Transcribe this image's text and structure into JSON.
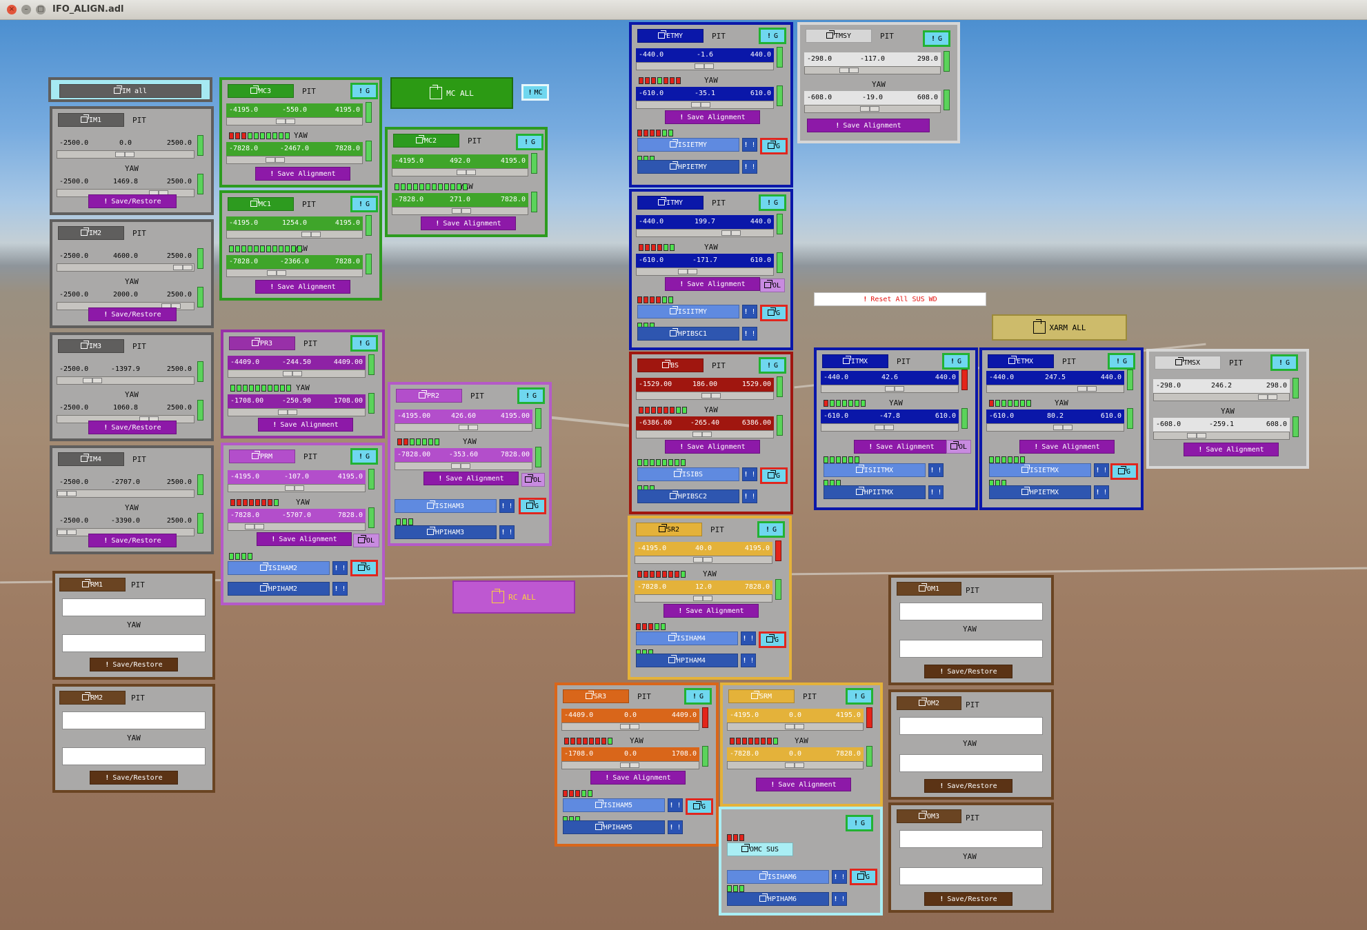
{
  "window": {
    "title": "IFO_ALIGN.adl",
    "close": "×",
    "minimize": "–",
    "maximize": "□"
  },
  "colors": {
    "gray": "#5f5e5d",
    "green": "#2d9b1f",
    "purple": "#9830a8",
    "lilac": "#b45ac8",
    "blue": "#0a17a9",
    "red": "#a0160f",
    "gold": "#e4b23a",
    "orange": "#d9661a",
    "brown": "#6a4422",
    "white": "#d6d6d6",
    "cyan": "#a9eef4",
    "save_purple": "#8d19a8"
  },
  "labels": {
    "pit": "PIT",
    "yaw": "YAW",
    "save_restore": "Save/Restore",
    "save_alignment": "Save Alignment",
    "g": "G",
    "bang": "!",
    "ol": "OL"
  },
  "top_buttons": {
    "im_all": "IM all",
    "mc_all": "MC ALL",
    "mc": "MC",
    "rc_all": "RC ALL",
    "xarm_all": "XARM ALL",
    "reset_all": "Reset All SUS WD"
  },
  "optics": [
    {
      "name": "IM1",
      "pit": {
        "min": "-2500.0",
        "val": "0.0",
        "max": "2500.0",
        "pos": 0.5
      },
      "yaw": {
        "min": "-2500.0",
        "val": "1469.8",
        "max": "2500.0",
        "pos": 0.79
      }
    },
    {
      "name": "IM2",
      "pit": {
        "min": "-2500.0",
        "val": "4600.0",
        "max": "2500.0",
        "pos": 1.0
      },
      "yaw": {
        "min": "-2500.0",
        "val": "2000.0",
        "max": "2500.0",
        "pos": 0.9
      }
    },
    {
      "name": "IM3",
      "pit": {
        "min": "-2500.0",
        "val": "-1397.9",
        "max": "2500.0",
        "pos": 0.22
      },
      "yaw": {
        "min": "-2500.0",
        "val": "1060.8",
        "max": "2500.0",
        "pos": 0.71
      }
    },
    {
      "name": "IM4",
      "pit": {
        "min": "-2500.0",
        "val": "-2707.0",
        "max": "2500.0",
        "pos": 0.0
      },
      "yaw": {
        "min": "-2500.0",
        "val": "-3390.0",
        "max": "2500.0",
        "pos": 0.0
      }
    },
    {
      "name": "RM1"
    },
    {
      "name": "RM2"
    },
    {
      "name": "MC3",
      "pit": {
        "min": "-4195.0",
        "val": "-550.0",
        "max": "4195.0",
        "pos": 0.43
      },
      "yaw": {
        "min": "-7828.0",
        "val": "-2467.0",
        "max": "7828.0",
        "pos": 0.34
      }
    },
    {
      "name": "MC1",
      "pit": {
        "min": "-4195.0",
        "val": "1254.0",
        "max": "4195.0",
        "pos": 0.65
      },
      "yaw": {
        "min": "-7828.0",
        "val": "-2366.0",
        "max": "7828.0",
        "pos": 0.35
      }
    },
    {
      "name": "MC2",
      "pit": {
        "min": "-4195.0",
        "val": "492.0",
        "max": "4195.0",
        "pos": 0.56
      },
      "yaw": {
        "min": "-7828.0",
        "val": "271.0",
        "max": "7828.0",
        "pos": 0.52
      }
    },
    {
      "name": "PR3",
      "pit": {
        "min": "-4409.0",
        "val": "-244.50",
        "max": "4409.00",
        "pos": 0.47
      },
      "yaw": {
        "min": "-1708.00",
        "val": "-250.90",
        "max": "1708.00",
        "pos": 0.43
      }
    },
    {
      "name": "PRM",
      "pit": {
        "min": "-4195.0",
        "val": "-107.0",
        "max": "4195.0",
        "pos": 0.49
      },
      "yaw": {
        "min": "-7828.0",
        "val": "-5707.0",
        "max": "7828.0",
        "pos": 0.14
      }
    },
    {
      "name": "PR2",
      "pit": {
        "min": "-4195.00",
        "val": "426.60",
        "max": "4195.00",
        "pos": 0.55
      },
      "yaw": {
        "min": "-7828.00",
        "val": "-353.60",
        "max": "7828.00",
        "pos": 0.48
      }
    },
    {
      "name": "ETMY",
      "pit": {
        "min": "-440.0",
        "val": "-1.6",
        "max": "440.0",
        "pos": 0.5
      },
      "yaw": {
        "min": "-610.0",
        "val": "-35.1",
        "max": "610.0",
        "pos": 0.47
      }
    },
    {
      "name": "ITMY",
      "pit": {
        "min": "-440.0",
        "val": "199.7",
        "max": "440.0",
        "pos": 0.73
      },
      "yaw": {
        "min": "-610.0",
        "val": "-171.7",
        "max": "610.0",
        "pos": 0.36
      }
    },
    {
      "name": "BS",
      "pit": {
        "min": "-1529.00",
        "val": "186.00",
        "max": "1529.00",
        "pos": 0.56
      },
      "yaw": {
        "min": "-6386.00",
        "val": "-265.40",
        "max": "6386.00",
        "pos": 0.48
      }
    },
    {
      "name": "SR2",
      "pit": {
        "min": "-4195.0",
        "val": "40.0",
        "max": "4195.0",
        "pos": 0.5
      },
      "yaw": {
        "min": "-7828.0",
        "val": "12.0",
        "max": "7828.0",
        "pos": 0.5
      }
    },
    {
      "name": "SR3",
      "pit": {
        "min": "-4409.0",
        "val": "0.0",
        "max": "4409.0",
        "pos": 0.5
      },
      "yaw": {
        "min": "-1708.0",
        "val": "0.0",
        "max": "1708.0",
        "pos": 0.5
      }
    },
    {
      "name": "SRM",
      "pit": {
        "min": "-4195.0",
        "val": "0.0",
        "max": "4195.0",
        "pos": 0.5
      },
      "yaw": {
        "min": "-7828.0",
        "val": "0.0",
        "max": "7828.0",
        "pos": 0.5
      }
    },
    {
      "name": "TMSY",
      "pit": {
        "min": "-298.0",
        "val": "-117.0",
        "max": "298.0",
        "pos": 0.3
      },
      "yaw": {
        "min": "-608.0",
        "val": "-19.0",
        "max": "608.0",
        "pos": 0.48
      }
    },
    {
      "name": "ITMX",
      "pit": {
        "min": "-440.0",
        "val": "42.6",
        "max": "440.0",
        "pos": 0.55
      },
      "yaw": {
        "min": "-610.0",
        "val": "-47.8",
        "max": "610.0",
        "pos": 0.46
      }
    },
    {
      "name": "ETMX",
      "pit": {
        "min": "-440.0",
        "val": "247.5",
        "max": "440.0",
        "pos": 0.78
      },
      "yaw": {
        "min": "-610.0",
        "val": "80.2",
        "max": "610.0",
        "pos": 0.57
      }
    },
    {
      "name": "TMSX",
      "pit": {
        "min": "-298.0",
        "val": "246.2",
        "max": "298.0",
        "pos": 0.91
      },
      "yaw": {
        "min": "-608.0",
        "val": "-259.1",
        "max": "608.0",
        "pos": 0.29
      }
    },
    {
      "name": "OM1"
    },
    {
      "name": "OM2"
    },
    {
      "name": "OM3"
    },
    {
      "name": "OMC SUS"
    }
  ],
  "isi": {
    "ham2": "ISIHAM2",
    "hpi_ham2": "HPIHAM2",
    "ham3": "ISIHAM3",
    "hpi_ham3": "HPIHAM3",
    "etmy": "ISIETMY",
    "hpi_etmy": "HPIETMY",
    "itmy": "ISIITMY",
    "hpi_bsc1": "HPIBSC1",
    "bs": "ISIBS",
    "hpi_bsc2": "HPIBSC2",
    "ham4": "ISIHAM4",
    "hpi_ham4": "HPIHAM4",
    "ham5": "ISIHAM5",
    "hpi_ham5": "HPIHAM5",
    "ham6": "ISIHAM6",
    "hpi_ham6": "HPIHAM6",
    "itmx": "ISIITMX",
    "hpi_itmx": "HPIITMX",
    "etmx": "ISIETMX",
    "hpi_etmx": "HPIETMX"
  }
}
